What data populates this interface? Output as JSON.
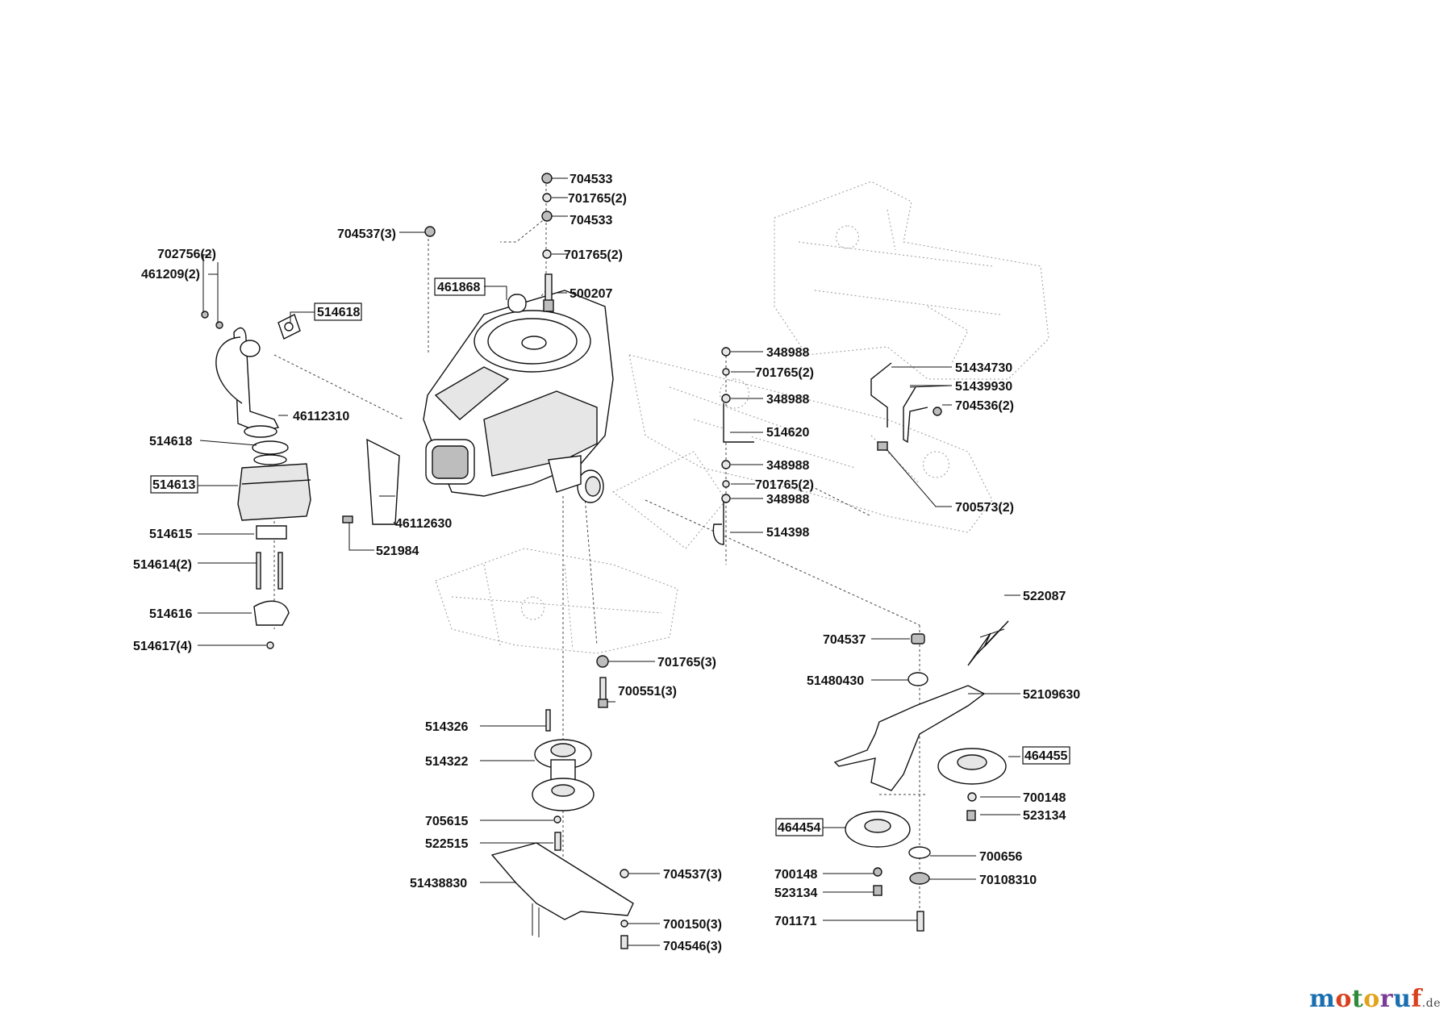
{
  "watermark": {
    "name": "motoruf",
    "domain": ".de",
    "colors": [
      "#1a6fb0",
      "#d9401d",
      "#2e8b3a",
      "#e3a21a",
      "#7a3c96",
      "#1a6fb0",
      "#d9401d"
    ]
  },
  "labels": {
    "a704533": "704533",
    "a701765_2": "701765(2)",
    "b704533": "704533",
    "a704537_3": "704537(3)",
    "b701765_2": "701765(2)",
    "a461868": "461868",
    "a500207": "500207",
    "a702756_2": "702756(2)",
    "a461209_2": "461209(2)",
    "a514618box": "514618",
    "a46112310": "46112310",
    "a514618": "514618",
    "a514613": "514613",
    "a46112630": "46112630",
    "a514615": "514615",
    "a521984": "521984",
    "a514614_2": "514614(2)",
    "a514616": "514616",
    "a514617_4": "514617(4)",
    "a348988": "348988",
    "c701765_2": "701765(2)",
    "b348988": "348988",
    "a514620": "514620",
    "c348988": "348988",
    "d701765_2": "701765(2)",
    "d348988": "348988",
    "a514398": "514398",
    "a51434730": "51434730",
    "a51439930": "51439930",
    "a704536_2": "704536(2)",
    "a700573_2": "700573(2)",
    "a522087": "522087",
    "a704537": "704537",
    "a51480430": "51480430",
    "a52109630": "52109630",
    "a464455": "464455",
    "a700148": "700148",
    "a523134": "523134",
    "a464454": "464454",
    "a700656": "700656",
    "b700148": "700148",
    "a70108310": "70108310",
    "b523134": "523134",
    "a701171": "701171",
    "a701765_3": "701765(3)",
    "a700551_3": "700551(3)",
    "a514326": "514326",
    "a514322": "514322",
    "a705615": "705615",
    "a522515": "522515",
    "a51438830": "51438830",
    "b704537_3": "704537(3)",
    "a700150_3": "700150(3)",
    "a704546_3": "704546(3)"
  }
}
